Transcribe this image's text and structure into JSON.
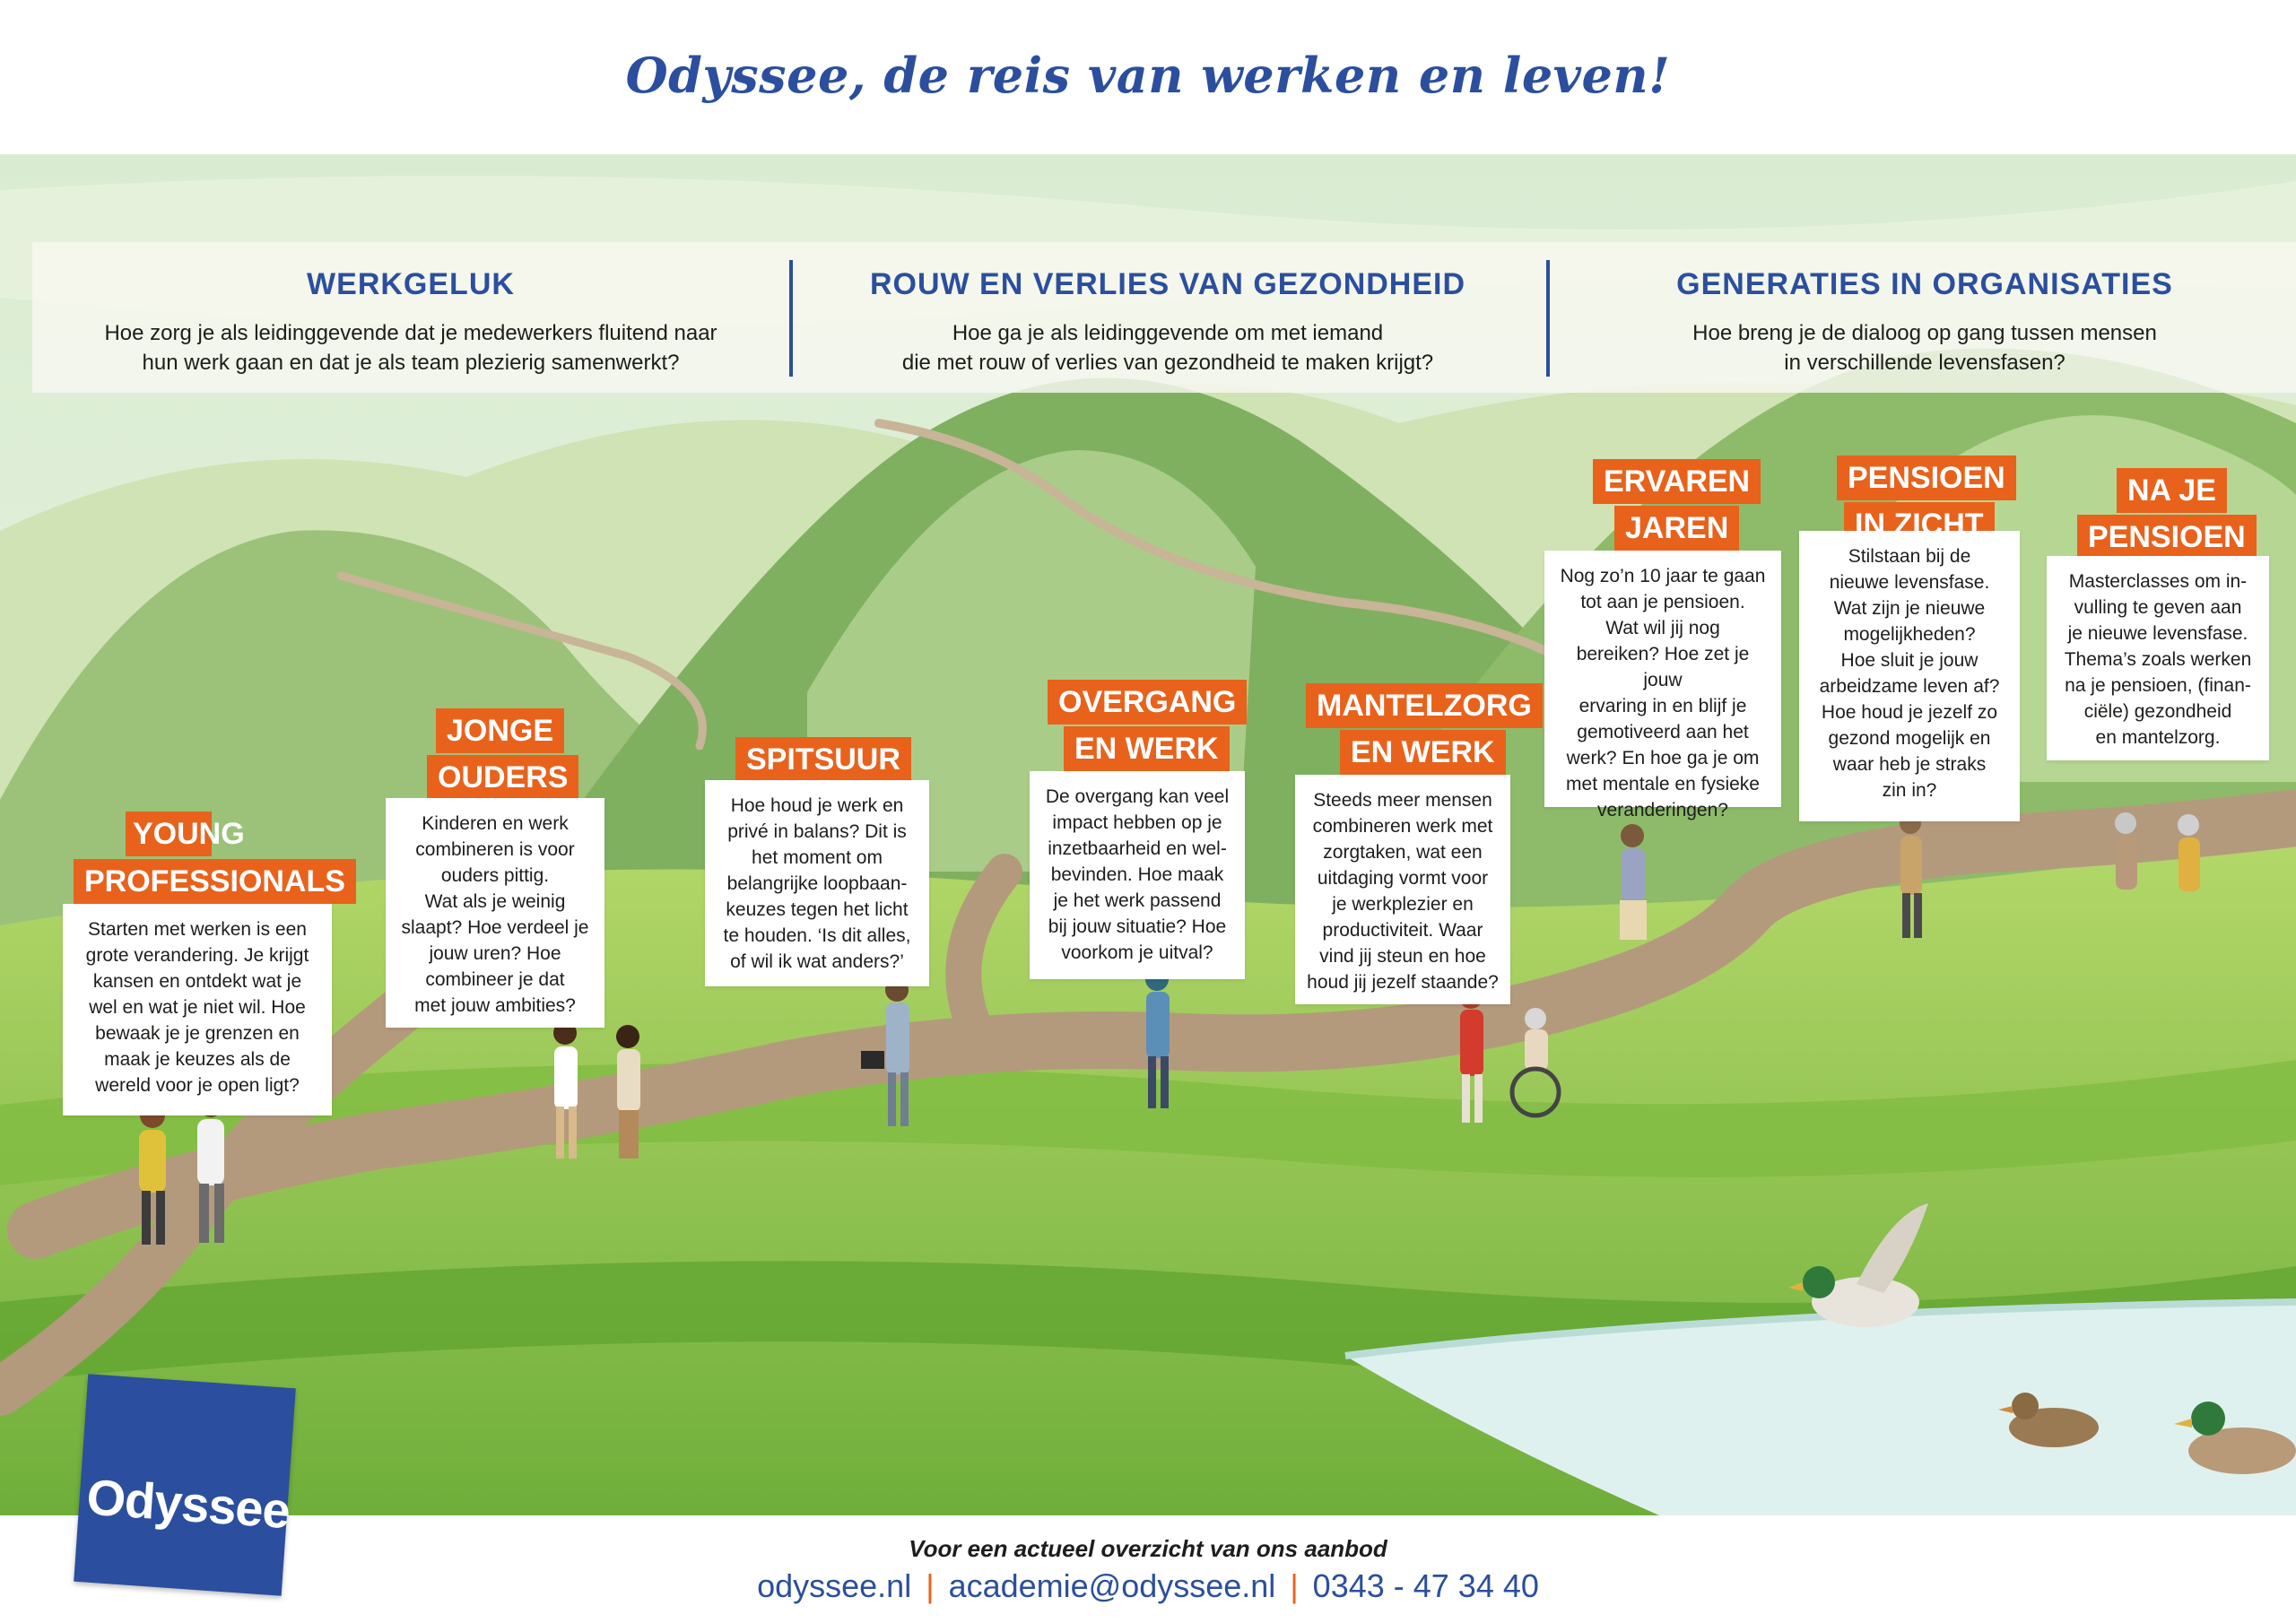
{
  "title": "Odyssee, de reis van werken en leven!",
  "colors": {
    "brand_blue": "#2b4f9e",
    "accent_orange": "#e8621c",
    "grass": "#8cc24a",
    "path": "#b49a7c",
    "water": "#dff1ee"
  },
  "themes": [
    {
      "heading": "WERKGELUK",
      "text": "Hoe zorg je als leidinggevende dat je medewerkers fluitend naar\nhun werk gaan en dat je als team plezierig samenwerkt?"
    },
    {
      "heading": "ROUW EN VERLIES VAN GEZONDHEID",
      "text": "Hoe ga je als leidinggevende om met iemand\ndie met rouw of verlies van gezondheid te maken krijgt?"
    },
    {
      "heading": "GENERATIES IN ORGANISATIES",
      "text": "Hoe breng je de dialoog op gang tussen mensen\nin verschillende levensfasen?"
    }
  ],
  "phases": [
    {
      "label_line1": "YOUNG",
      "label_line2": "PROFESSIONALS",
      "text": "Starten met werken is een\ngrote verandering. Je krijgt\nkansen en ontdekt wat je\nwel en wat je niet wil. Hoe\nbewaak je je grenzen en\nmaak je keuzes als de\nwereld voor je open ligt?"
    },
    {
      "label_line1": "JONGE",
      "label_line2": "OUDERS",
      "text": "Kinderen en werk\ncombineren is voor\nouders pittig.\nWat als je weinig\nslaapt? Hoe verdeel je\njouw uren? Hoe\ncombineer je dat\nmet jouw ambities?"
    },
    {
      "label_line1": "SPITSUUR",
      "label_line2": "",
      "text": "Hoe houd je werk en\nprivé in balans? Dit is\nhet moment om\nbelangrijke loopbaan-\nkeuzes tegen het licht\nte houden. ‘Is dit alles,\nof wil ik wat anders?’"
    },
    {
      "label_line1": "OVERGANG",
      "label_line2": "EN WERK",
      "text": "De overgang kan veel\nimpact hebben op je\ninzetbaarheid en wel-\nbevinden. Hoe maak\nje het werk passend\nbij jouw situatie? Hoe\nvoorkom je uitval?"
    },
    {
      "label_line1": "MANTELZORG",
      "label_line2": "EN WERK",
      "text": "Steeds meer mensen\ncombineren werk met\nzorgtaken, wat een\nuitdaging vormt voor\nje werkplezier en\nproductiviteit. Waar\nvind jij steun en hoe\nhoud jij jezelf staande?"
    },
    {
      "label_line1": "ERVAREN",
      "label_line2": "JAREN",
      "text": "Nog zo’n 10 jaar te gaan\ntot aan je pensioen.\nWat wil jij nog\nbereiken? Hoe zet je jouw\nervaring in en blijf je\ngemotiveerd aan het\nwerk? En hoe ga je om\nmet mentale en fysieke\nveranderingen?"
    },
    {
      "label_line1": "PENSIOEN",
      "label_line2": "IN ZICHT",
      "text": "Stilstaan bij de\nnieuwe levensfase.\nWat zijn je nieuwe\nmogelijkheden?\nHoe sluit je jouw\narbeidzame leven af?\nHoe houd je jezelf zo\ngezond mogelijk en\nwaar heb je straks\nzin in?"
    },
    {
      "label_line1": "NA JE",
      "label_line2": "PENSIOEN",
      "text": "Masterclasses om in-\nvulling te geven aan\nje nieuwe levensfase.\nThema’s zoals werken\nna je pensioen, (finan-\nciële) gezondheid\nen mantelzorg."
    }
  ],
  "logo_text": "Odyssee",
  "footer": {
    "tagline": "Voor een actueel overzicht van ons aanbod",
    "website": "odyssee.nl",
    "email": "academie@odyssee.nl",
    "phone": "0343 - 47 34 40"
  }
}
